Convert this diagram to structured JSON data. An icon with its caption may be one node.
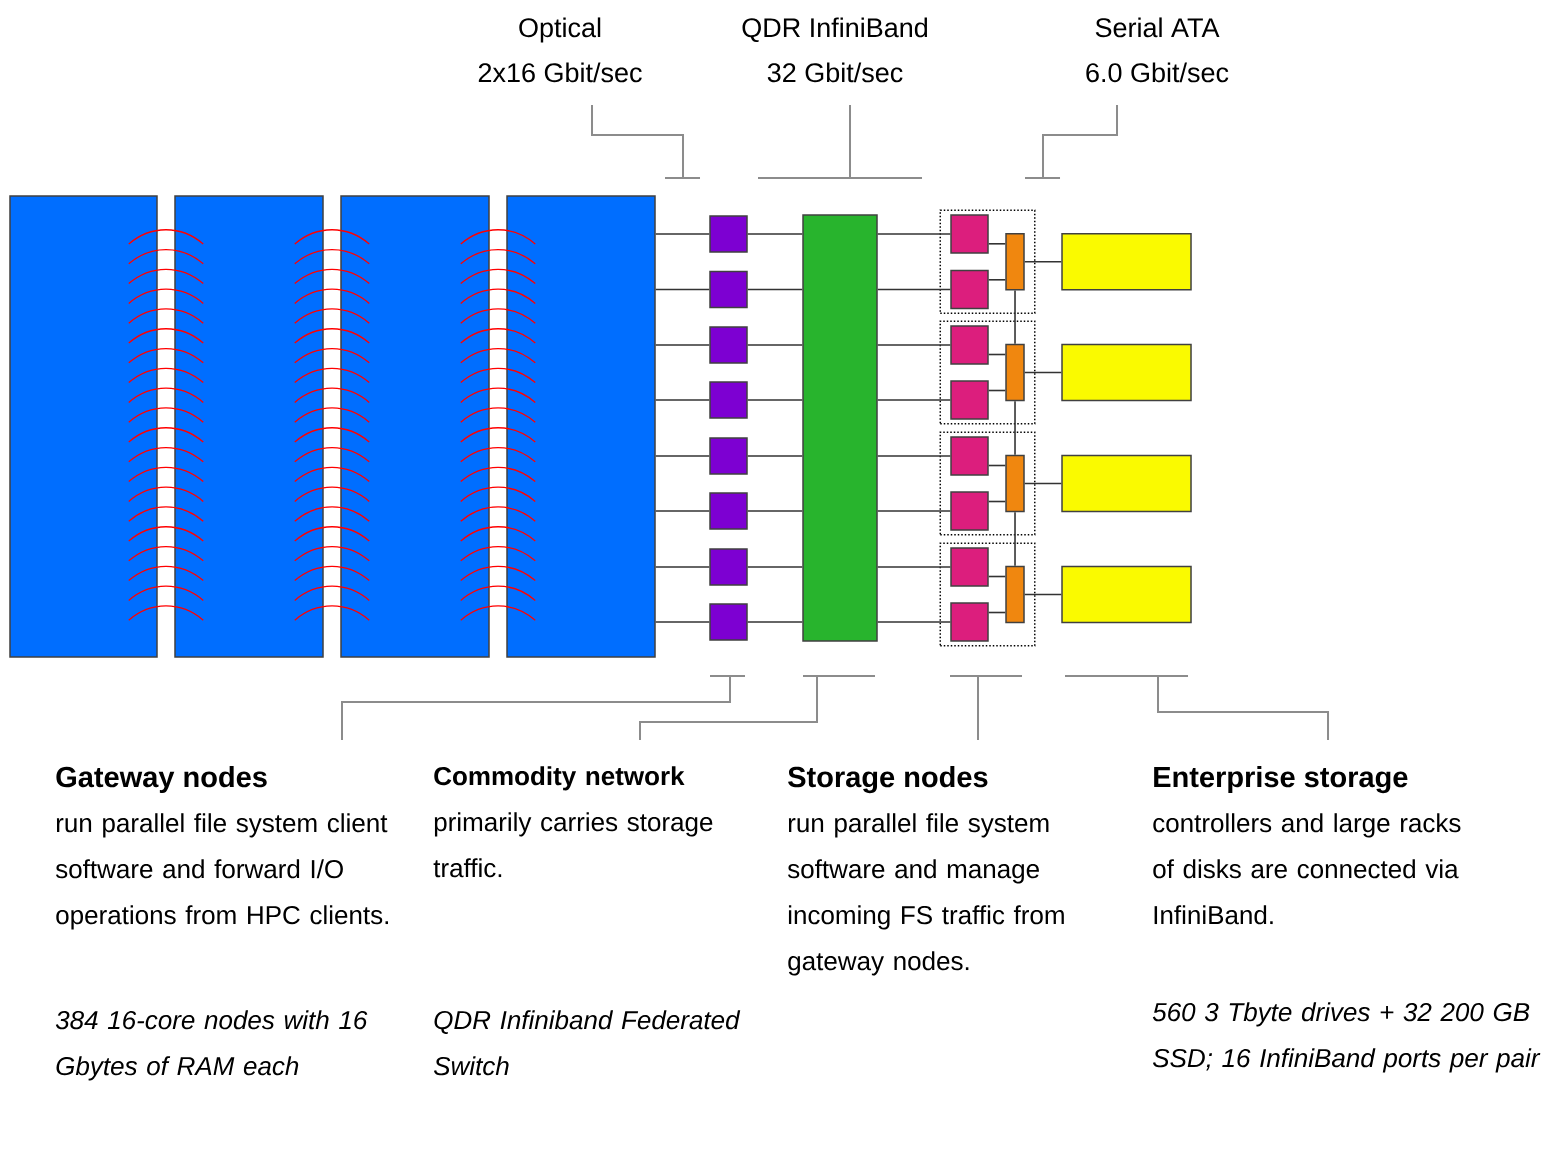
{
  "diagram": {
    "nodes": [
      {
        "text": [],
        "shape": "box"
      },
      {
        "text": [],
        "shape": "box"
      },
      {
        "text": [],
        "shape": "box"
      },
      {
        "text": [],
        "shape": "box"
      },
      {
        "text": [],
        "shape": "box"
      },
      {
        "text": [],
        "shape": "box"
      },
      {
        "text": [],
        "shape": "box"
      },
      {
        "text": [],
        "shape": "box"
      },
      {
        "text": [],
        "shape": "box"
      },
      {
        "text": [],
        "shape": "box"
      },
      {
        "text": [],
        "shape": "box"
      },
      {
        "text": [],
        "shape": "box"
      },
      {
        "text": [],
        "shape": "box"
      },
      {
        "text": [],
        "shape": "box"
      },
      {
        "text": [],
        "shape": "box",
        "in": 13
      },
      {
        "text": [],
        "shape": "box",
        "in": 13
      },
      {
        "text": [],
        "shape": "box",
        "in": 13
      },
      {
        "text": [],
        "shape": "box"
      },
      {
        "text": [],
        "shape": "box",
        "in": 17
      },
      {
        "text": [],
        "shape": "box",
        "in": 17
      },
      {
        "text": [],
        "shape": "box",
        "in": 17
      },
      {
        "text": [],
        "shape": "box"
      },
      {
        "text": [],
        "shape": "box",
        "in": 21
      },
      {
        "text": [],
        "shape": "box",
        "in": 21
      },
      {
        "text": [],
        "shape": "box",
        "in": 21
      },
      {
        "text": [],
        "shape": "box"
      },
      {
        "text": [],
        "shape": "box",
        "in": 25
      },
      {
        "text": [],
        "shape": "box",
        "in": 25
      },
      {
        "text": [],
        "shape": "box",
        "in": 25
      },
      {
        "text": [],
        "shape": "box"
      },
      {
        "text": [],
        "shape": "box"
      },
      {
        "text": [],
        "shape": "box"
      },
      {
        "text": [],
        "shape": "box"
      }
    ],
    "edges": [
      {
        "from": 0,
        "to": 1,
        "arrow": "none",
        "color": "#ff0000"
      },
      {
        "from": 1,
        "to": 2,
        "arrow": "none",
        "color": "#ff0000"
      },
      {
        "from": 2,
        "to": 3,
        "arrow": "none",
        "color": "#ff0000"
      },
      {
        "from": 3,
        "to": 4,
        "arrow": "none"
      },
      {
        "from": 3,
        "to": 5,
        "arrow": "none"
      },
      {
        "from": 3,
        "to": 6,
        "arrow": "none"
      },
      {
        "from": 3,
        "to": 7,
        "arrow": "none"
      },
      {
        "from": 3,
        "to": 8,
        "arrow": "none"
      },
      {
        "from": 3,
        "to": 9,
        "arrow": "none"
      },
      {
        "from": 3,
        "to": 10,
        "arrow": "none"
      },
      {
        "from": 3,
        "to": 11,
        "arrow": "none"
      },
      {
        "from": 4,
        "to": 12,
        "arrow": "none"
      },
      {
        "from": 5,
        "to": 12,
        "arrow": "none"
      },
      {
        "from": 6,
        "to": 12,
        "arrow": "none"
      },
      {
        "from": 7,
        "to": 12,
        "arrow": "none"
      },
      {
        "from": 8,
        "to": 12,
        "arrow": "none"
      },
      {
        "from": 9,
        "to": 12,
        "arrow": "none"
      },
      {
        "from": 10,
        "to": 12,
        "arrow": "none"
      },
      {
        "from": 11,
        "to": 12,
        "arrow": "none"
      },
      {
        "from": 12,
        "to": 14,
        "arrow": "none"
      },
      {
        "from": 12,
        "to": 15,
        "arrow": "none"
      },
      {
        "from": 12,
        "to": 18,
        "arrow": "none"
      },
      {
        "from": 12,
        "to": 19,
        "arrow": "none"
      },
      {
        "from": 12,
        "to": 22,
        "arrow": "none"
      },
      {
        "from": 12,
        "to": 23,
        "arrow": "none"
      },
      {
        "from": 12,
        "to": 26,
        "arrow": "none"
      },
      {
        "from": 12,
        "to": 27,
        "arrow": "none"
      },
      {
        "from": 14,
        "to": 16,
        "arrow": "none"
      },
      {
        "from": 15,
        "to": 16,
        "arrow": "none"
      },
      {
        "from": 18,
        "to": 20,
        "arrow": "none"
      },
      {
        "from": 19,
        "to": 20,
        "arrow": "none"
      },
      {
        "from": 22,
        "to": 24,
        "arrow": "none"
      },
      {
        "from": 23,
        "to": 24,
        "arrow": "none"
      },
      {
        "from": 26,
        "to": 28,
        "arrow": "none"
      },
      {
        "from": 27,
        "to": 28,
        "arrow": "none"
      },
      {
        "from": 16,
        "to": 20,
        "arrow": "none"
      },
      {
        "from": 20,
        "to": 24,
        "arrow": "none"
      },
      {
        "from": 24,
        "to": 28,
        "arrow": "none"
      },
      {
        "from": 16,
        "to": 29,
        "arrow": "none"
      },
      {
        "from": 20,
        "to": 30,
        "arrow": "none"
      },
      {
        "from": 24,
        "to": 31,
        "arrow": "none"
      },
      {
        "from": 28,
        "to": 32,
        "arrow": "none"
      }
    ],
    "labels": [
      "Optical",
      "2x16 Gbit/sec",
      "QDR InfiniBand",
      "32 Gbit/sec",
      "Serial ATA",
      "6.0 Gbit/sec",
      "Gateway nodes",
      "run parallel file system client software and forward I/O operations from HPC clients.",
      "**Commodity network** primarily carries storage traffic.",
      "Storage nodes",
      "run parallel file system software and manage incoming FS traffic from gateway nodes.",
      "Enterprise storage",
      "controllers and large racks of disks are connected via InfiniBand.",
      "384 16-core nodes with 16 Gbytes of RAM each",
      "QDR Infiniband Federated Switch",
      "560 3 Tbyte drives + 32 200 GB SSD; 16 InfiniBand ports per pair"
    ]
  }
}
